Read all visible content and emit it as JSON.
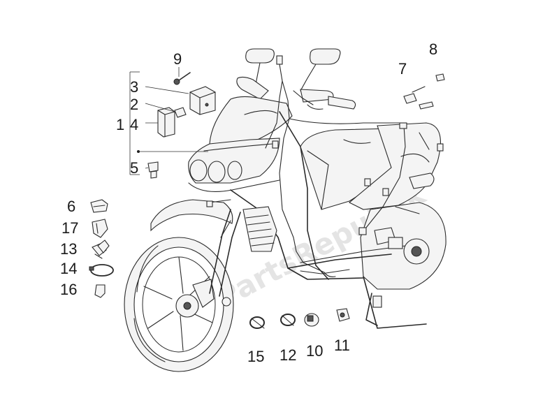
{
  "diagram": {
    "callouts": [
      {
        "id": "1",
        "label": "1"
      },
      {
        "id": "2",
        "label": "2"
      },
      {
        "id": "3",
        "label": "3"
      },
      {
        "id": "4",
        "label": "4"
      },
      {
        "id": "5",
        "label": "5"
      },
      {
        "id": "6",
        "label": "6"
      },
      {
        "id": "7",
        "label": "7"
      },
      {
        "id": "8",
        "label": "8"
      },
      {
        "id": "9",
        "label": "9"
      },
      {
        "id": "10",
        "label": "10"
      },
      {
        "id": "11",
        "label": "11"
      },
      {
        "id": "12",
        "label": "12"
      },
      {
        "id": "13",
        "label": "13"
      },
      {
        "id": "14",
        "label": "14"
      },
      {
        "id": "15",
        "label": "15"
      },
      {
        "id": "16",
        "label": "16"
      },
      {
        "id": "17",
        "label": "17"
      }
    ],
    "watermark": "PartsRepublik"
  }
}
